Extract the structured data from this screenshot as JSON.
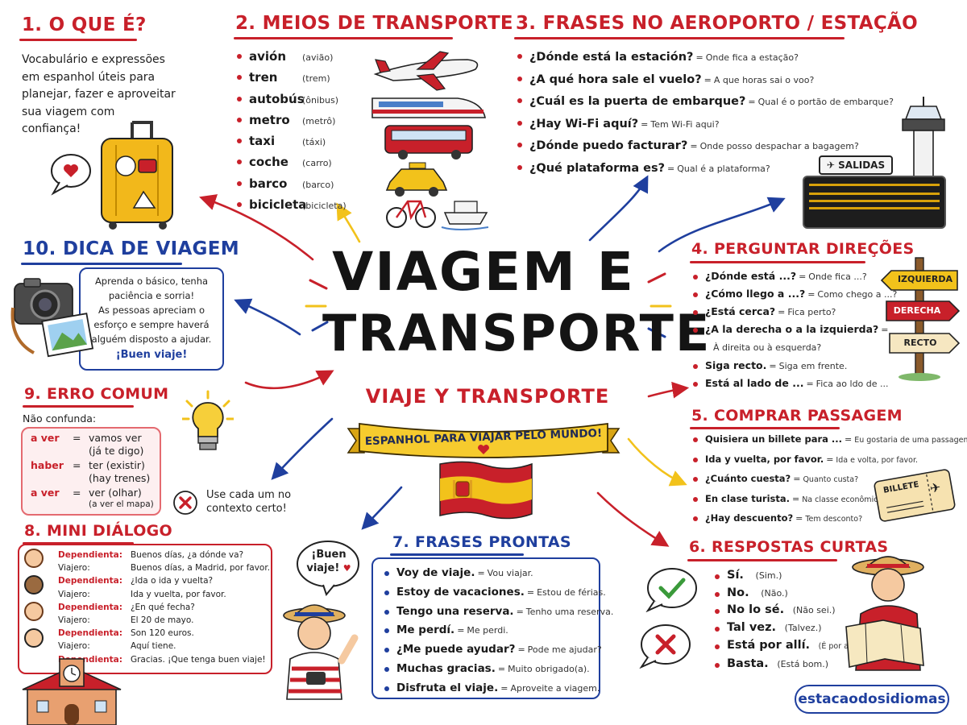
{
  "title": {
    "line1": "VIAGEM E",
    "line2": "TRANSPORTE",
    "subtitle": "VIAJE Y TRANSPORTE",
    "banner": "ESPANHOL PARA VIAJAR PELO MUNDO!"
  },
  "s1": {
    "heading": "1. O QUE É?",
    "text": [
      "Vocabulário e expressões",
      "em espanhol úteis para",
      "planejar, fazer e aproveitar",
      "sua viagem com",
      "confiança!"
    ]
  },
  "s2": {
    "heading": "2. MEIOS DE TRANSPORTE",
    "items": [
      {
        "es": "avión",
        "pt": "(avião)"
      },
      {
        "es": "tren",
        "pt": "(trem)"
      },
      {
        "es": "autobús",
        "pt": "(ônibus)"
      },
      {
        "es": "metro",
        "pt": "(metrô)"
      },
      {
        "es": "taxi",
        "pt": "(táxi)"
      },
      {
        "es": "coche",
        "pt": "(carro)"
      },
      {
        "es": "barco",
        "pt": "(barco)"
      },
      {
        "es": "bicicleta",
        "pt": "(bicicleta)"
      }
    ]
  },
  "s3": {
    "heading": "3. FRASES NO AEROPORTO / ESTAÇÃO",
    "items": [
      {
        "es": "¿Dónde está la estación?",
        "pt": "Onde fica a estação?"
      },
      {
        "es": "¿A qué hora sale el vuelo?",
        "pt": "A que horas sai o voo?"
      },
      {
        "es": "¿Cuál es la puerta de embarque?",
        "pt": "Qual é o portão de embarque?"
      },
      {
        "es": "¿Hay Wi-Fi aquí?",
        "pt": "Tem Wi-Fi aqui?"
      },
      {
        "es": "¿Dónde puedo facturar?",
        "pt": "Onde posso despachar a bagagem?"
      },
      {
        "es": "¿Qué plataforma es?",
        "pt": "Qual é a plataforma?"
      }
    ],
    "board": "SALIDAS"
  },
  "s4": {
    "heading": "4. PERGUNTAR DIREÇÕES",
    "items": [
      {
        "es": "¿Dónde está ...?",
        "pt": "Onde fica ...?"
      },
      {
        "es": "¿Cómo llego a ...?",
        "pt": "Como chego a ...?"
      },
      {
        "es": "¿Está cerca?",
        "pt": "Fica perto?"
      },
      {
        "es": "¿A la derecha o a la izquierda?",
        "pt": "À direita ou à esquerda?"
      },
      {
        "es": "Siga recto.",
        "pt": "Siga em frente."
      },
      {
        "es": "Está al lado de ...",
        "pt": "Fica ao ldo de ..."
      }
    ],
    "signs": [
      "IZQUIERDA",
      "DERECHA",
      "RECTO"
    ]
  },
  "s5": {
    "heading": "5. COMPRAR PASSAGEM",
    "items": [
      {
        "es": "Quisiera un billete para ...",
        "pt": "Eu gostaria de uma passagem para ..."
      },
      {
        "es": "Ida y vuelta, por favor.",
        "pt": "Ida e volta, por favor."
      },
      {
        "es": "¿Cuánto cuesta?",
        "pt": "Quanto custa?"
      },
      {
        "es": "En clase turista.",
        "pt": "Na classe econômica."
      },
      {
        "es": "¿Hay descuento?",
        "pt": "Tem desconto?"
      }
    ],
    "ticket": "BILLETE"
  },
  "s6": {
    "heading": "6. RESPOSTAS CURTAS",
    "items": [
      {
        "es": "Sí.",
        "pt": "(Sim.)"
      },
      {
        "es": "No.",
        "pt": "(Não.)"
      },
      {
        "es": "No lo sé.",
        "pt": "(Não sei.)"
      },
      {
        "es": "Tal vez.",
        "pt": "(Talvez.)"
      },
      {
        "es": "Está por allí.",
        "pt": "(É por ali.)"
      },
      {
        "es": "Basta.",
        "pt": "(Está bom.)"
      }
    ]
  },
  "s7": {
    "heading": "7. FRASES PRONTAS",
    "items": [
      {
        "es": "Voy de viaje.",
        "pt": "Vou viajar."
      },
      {
        "es": "Estoy de vacaciones.",
        "pt": "Estou de férias."
      },
      {
        "es": "Tengo una reserva.",
        "pt": "Tenho uma reserva."
      },
      {
        "es": "Me perdí.",
        "pt": "Me perdi."
      },
      {
        "es": "¿Me puede ayudar?",
        "pt": "Pode me ajudar?"
      },
      {
        "es": "Muchas gracias.",
        "pt": "Muito obrigado(a)."
      },
      {
        "es": "Disfruta el viaje.",
        "pt": "Aproveite a viagem."
      }
    ],
    "bubble": [
      "¡Buen",
      "viaje!"
    ]
  },
  "s8": {
    "heading": "8. MINI DIÁLOGO",
    "lines": [
      {
        "sp": "Dependienta:",
        "t": "Buenos días, ¿a dónde va?"
      },
      {
        "sp": "Viajero:",
        "t": "Buenos días, a Madrid, por favor."
      },
      {
        "sp": "Dependienta:",
        "t": "¿Ida o ida y vuelta?"
      },
      {
        "sp": "Viajero:",
        "t": "Ida y vuelta, por favor."
      },
      {
        "sp": "Dependienta:",
        "t": "¿En qué fecha?"
      },
      {
        "sp": "Viajero:",
        "t": "El 20 de mayo."
      },
      {
        "sp": "Dependienta:",
        "t": "Son 120 euros."
      },
      {
        "sp": "Viajero:",
        "t": "Aquí tiene."
      },
      {
        "sp": "Dependienta:",
        "t": "Gracias. ¡Que tenga buen viaje!"
      }
    ]
  },
  "s9": {
    "heading": "9. ERRO COMUM",
    "intro": "Não confunda:",
    "rows": [
      {
        "a": "a ver",
        "eq": "=",
        "b": "vamos ver",
        "c": "(já te digo)"
      },
      {
        "a": "haber",
        "eq": "=",
        "b": "ter (existir)",
        "c": "(hay trenes)"
      },
      {
        "a": "a ver",
        "eq": "=",
        "b": "ver (olhar)",
        "c": "(a ver el mapa)"
      }
    ],
    "tip": [
      "Use cada um no",
      "contexto certo!"
    ]
  },
  "s10": {
    "heading": "10. DICA DE VIAGEM",
    "text": [
      "Aprenda o básico, tenha",
      "paciência e sorria!",
      "As pessoas apreciam o",
      "esforço e sempre haverá",
      "alguém disposto a ajudar."
    ],
    "closing": "¡Buen viaje!"
  },
  "brand": "estacaodosidiomas",
  "colors": {
    "red": "#c8202a",
    "blue": "#1f3f9e",
    "yellow": "#f2c21b"
  }
}
